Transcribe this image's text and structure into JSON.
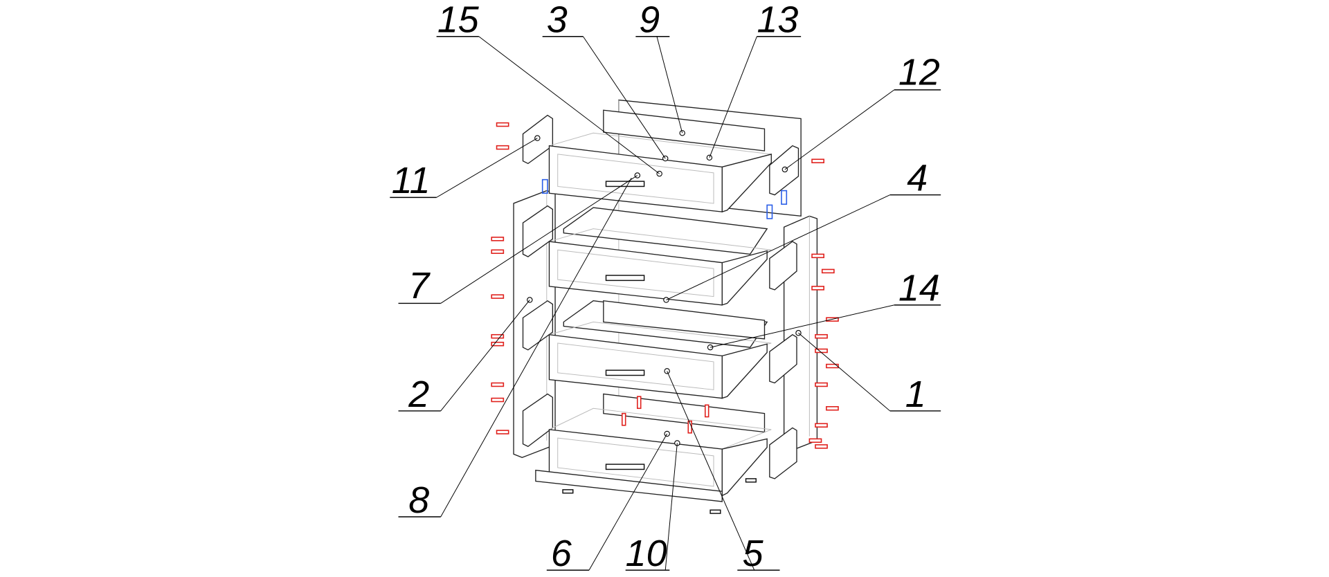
{
  "diagram": {
    "title": "Exploded assembly view of chest of drawers",
    "part_labels": {
      "p1": "1",
      "p2": "2",
      "p3": "3",
      "p4": "4",
      "p5": "5",
      "p6": "6",
      "p7": "7",
      "p8": "8",
      "p9": "9",
      "p10": "10",
      "p11": "11",
      "p12": "12",
      "p13": "13",
      "p14": "14",
      "p15": "15"
    },
    "colors": {
      "lines": "#000000",
      "dowels": "#e0201c",
      "hardware": "#2a5ee8"
    }
  }
}
